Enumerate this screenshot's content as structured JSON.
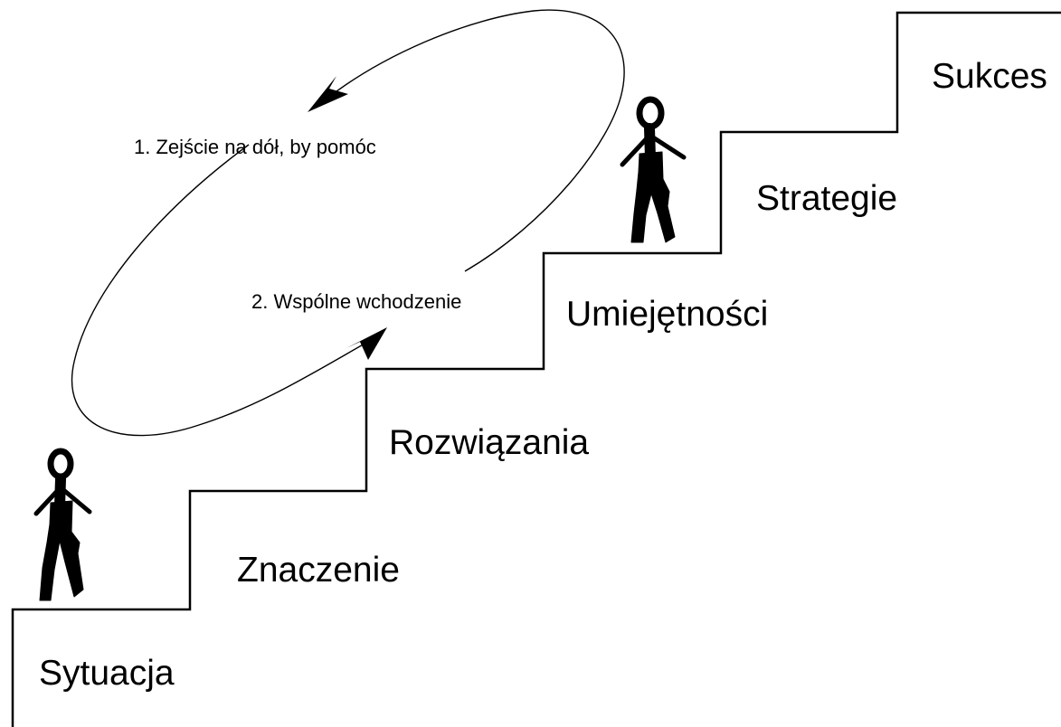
{
  "steps": [
    {
      "label": "Sytuacja"
    },
    {
      "label": "Znaczenie"
    },
    {
      "label": "Rozwiązania"
    },
    {
      "label": "Umiejętności"
    },
    {
      "label": "Strategie"
    },
    {
      "label": "Sukces"
    }
  ],
  "cycle": {
    "down_label": "1. Zejście na dół, by pomóc",
    "up_label": "2. Wspólne wchodzenie"
  },
  "icons": {
    "lower_figure": "stick-figure-icon",
    "upper_figure": "stick-figure-icon",
    "arrows": "arrowhead-icon"
  }
}
